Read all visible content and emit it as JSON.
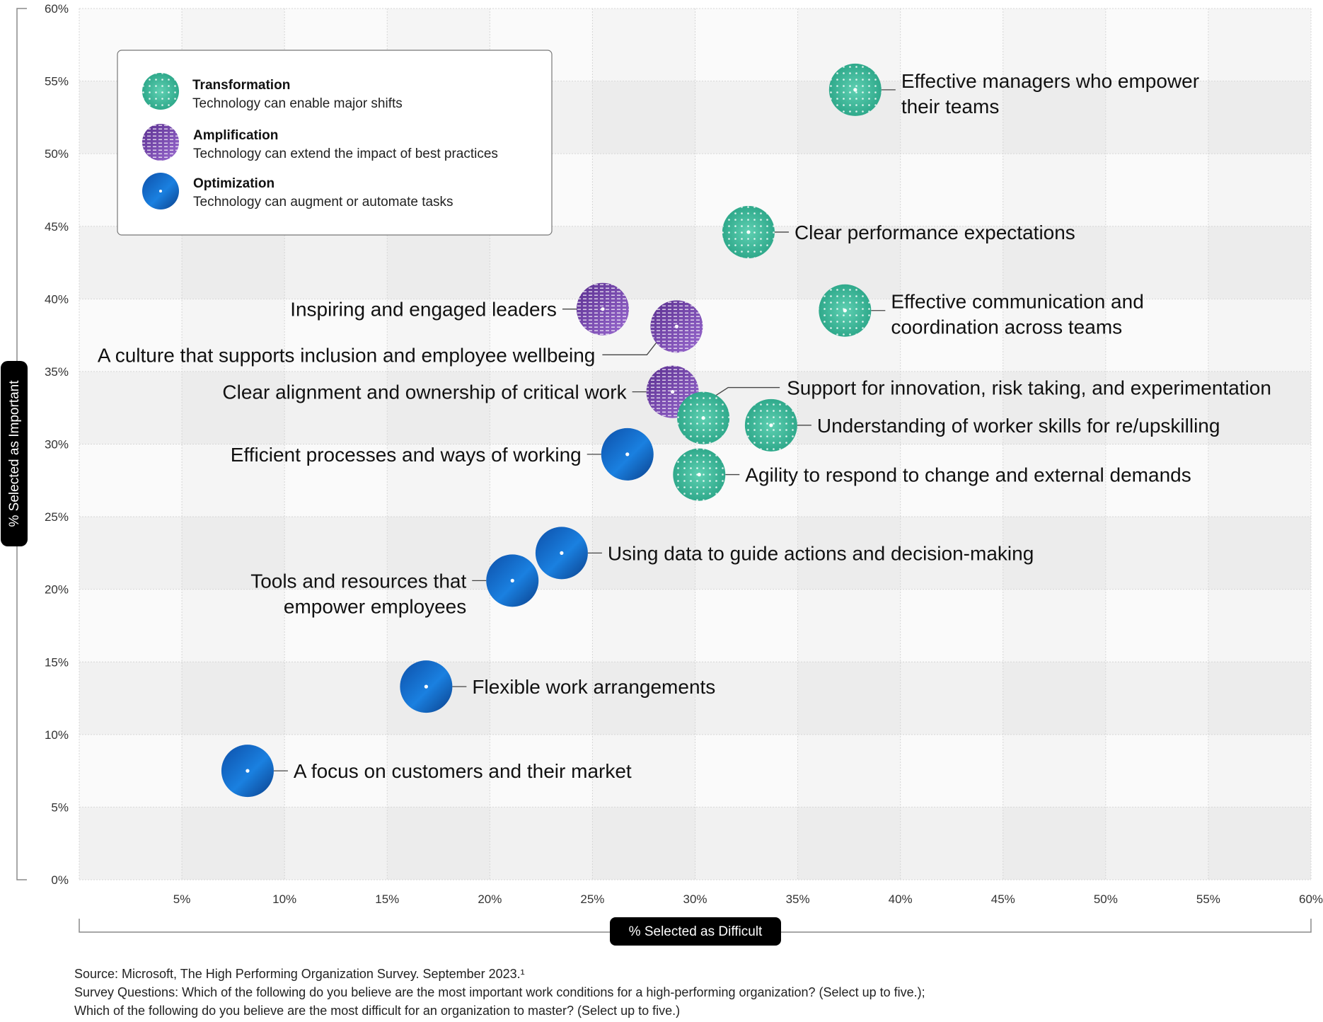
{
  "chart_data": {
    "type": "scatter",
    "xlabel": "% Selected as Difficult",
    "ylabel": "% Selected as Important",
    "xlim": [
      0,
      60
    ],
    "ylim": [
      0,
      60
    ],
    "x_ticks": [
      "5%",
      "10%",
      "15%",
      "20%",
      "25%",
      "30%",
      "35%",
      "40%",
      "45%",
      "50%",
      "55%",
      "60%"
    ],
    "y_ticks": [
      "0%",
      "5%",
      "10%",
      "15%",
      "20%",
      "25%",
      "30%",
      "35%",
      "40%",
      "45%",
      "50%",
      "55%",
      "60%"
    ],
    "grid": true,
    "legend_position": "top-left",
    "categories": [
      {
        "key": "transformation",
        "name": "Transformation",
        "description": "Technology can enable major shifts",
        "color": "#3bb89a"
      },
      {
        "key": "amplification",
        "name": "Amplification",
        "description": "Technology can extend the impact of best practices",
        "color": "#6b3fa0"
      },
      {
        "key": "optimization",
        "name": "Optimization",
        "description": "Technology can augment or automate tasks",
        "color": "#1565c0"
      }
    ],
    "points": [
      {
        "label": [
          "Effective managers who empower",
          "their teams"
        ],
        "x": 37.8,
        "y": 54.4,
        "category": "transformation"
      },
      {
        "label": [
          "Clear performance expectations"
        ],
        "x": 32.6,
        "y": 44.6,
        "category": "transformation"
      },
      {
        "label": [
          "Effective communication and",
          "coordination across teams"
        ],
        "x": 37.3,
        "y": 39.2,
        "category": "transformation"
      },
      {
        "label": [
          "Inspiring and engaged leaders"
        ],
        "x": 25.5,
        "y": 39.3,
        "category": "amplification"
      },
      {
        "label": [
          "A culture that supports inclusion and employee wellbeing"
        ],
        "x": 29.1,
        "y": 38.1,
        "category": "amplification"
      },
      {
        "label": [
          "Clear alignment and ownership of critical work"
        ],
        "x": 28.9,
        "y": 33.6,
        "category": "amplification"
      },
      {
        "label": [
          "Support for innovation, risk taking, and experimentation"
        ],
        "x": 30.4,
        "y": 31.8,
        "category": "transformation"
      },
      {
        "label": [
          "Understanding of worker skills for re/upskilling"
        ],
        "x": 33.7,
        "y": 31.3,
        "category": "transformation"
      },
      {
        "label": [
          "Efficient processes and ways of working"
        ],
        "x": 26.7,
        "y": 29.3,
        "category": "optimization"
      },
      {
        "label": [
          "Agility to respond to change and external demands"
        ],
        "x": 30.2,
        "y": 27.9,
        "category": "transformation"
      },
      {
        "label": [
          "Using data to guide actions and decision-making"
        ],
        "x": 23.5,
        "y": 22.5,
        "category": "optimization"
      },
      {
        "label": [
          "Tools and resources that",
          "empower employees"
        ],
        "x": 21.1,
        "y": 20.6,
        "category": "optimization"
      },
      {
        "label": [
          "Flexible work arrangements"
        ],
        "x": 16.9,
        "y": 13.3,
        "category": "optimization"
      },
      {
        "label": [
          "A focus on customers and their market"
        ],
        "x": 8.2,
        "y": 7.5,
        "category": "optimization"
      }
    ]
  },
  "footer": {
    "source": "Source: Microsoft, The High Performing Organization Survey. September 2023.¹",
    "questions_1": "Survey Questions: Which of the following do you believe are the most important work conditions for a high-performing organization? (Select up to five.);",
    "questions_2": "Which of the following do you believe are the most difficult for an organization to master? (Select up to five.)"
  }
}
